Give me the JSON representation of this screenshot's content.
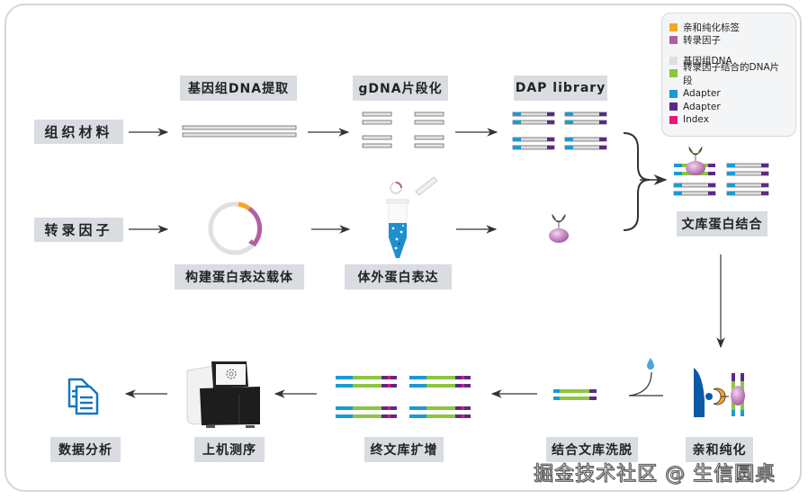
{
  "legend": {
    "items": [
      {
        "label": "亲和纯化标签",
        "color": "#f5a623"
      },
      {
        "label": "转录因子",
        "color": "#b05fa5"
      },
      {
        "label": "基因组DNA",
        "color": "#dedede"
      },
      {
        "label": "转录因子结合的DNA片段",
        "color": "#8cc63f"
      },
      {
        "label": "Adapter",
        "color": "#1a9ad6"
      },
      {
        "label": "Adapter",
        "color": "#5b2a86"
      },
      {
        "label": "Index",
        "color": "#e6197a"
      }
    ]
  },
  "inputs": {
    "tissue": "组织材料",
    "tf": "转录因子"
  },
  "steps": {
    "gdna_extract": "基因组DNA提取",
    "gdna_fragment": "gDNA片段化",
    "dap_library": "DAP library",
    "build_vector": "构建蛋白表达载体",
    "in_vitro_expr": "体外蛋白表达",
    "library_binding": "文库蛋白结合",
    "affinity_purify": "亲和纯化",
    "elute": "结合文库洗脱",
    "final_amplify": "终文库扩增",
    "sequencing": "上机测序",
    "data_analysis": "数据分析"
  },
  "watermark": "掘金技术社区 @ 生信圆桌",
  "colors": {
    "label_bg": "#d9dce1",
    "adapter_blue": "#1a9ad6",
    "adapter_purple": "#5b2a86",
    "index_pink": "#e6197a",
    "bound_green": "#8cc63f",
    "gdna_gray": "#dedede",
    "tag_orange": "#f5a623",
    "tf_pink": "#c98cc4",
    "arrow": "#333333"
  }
}
